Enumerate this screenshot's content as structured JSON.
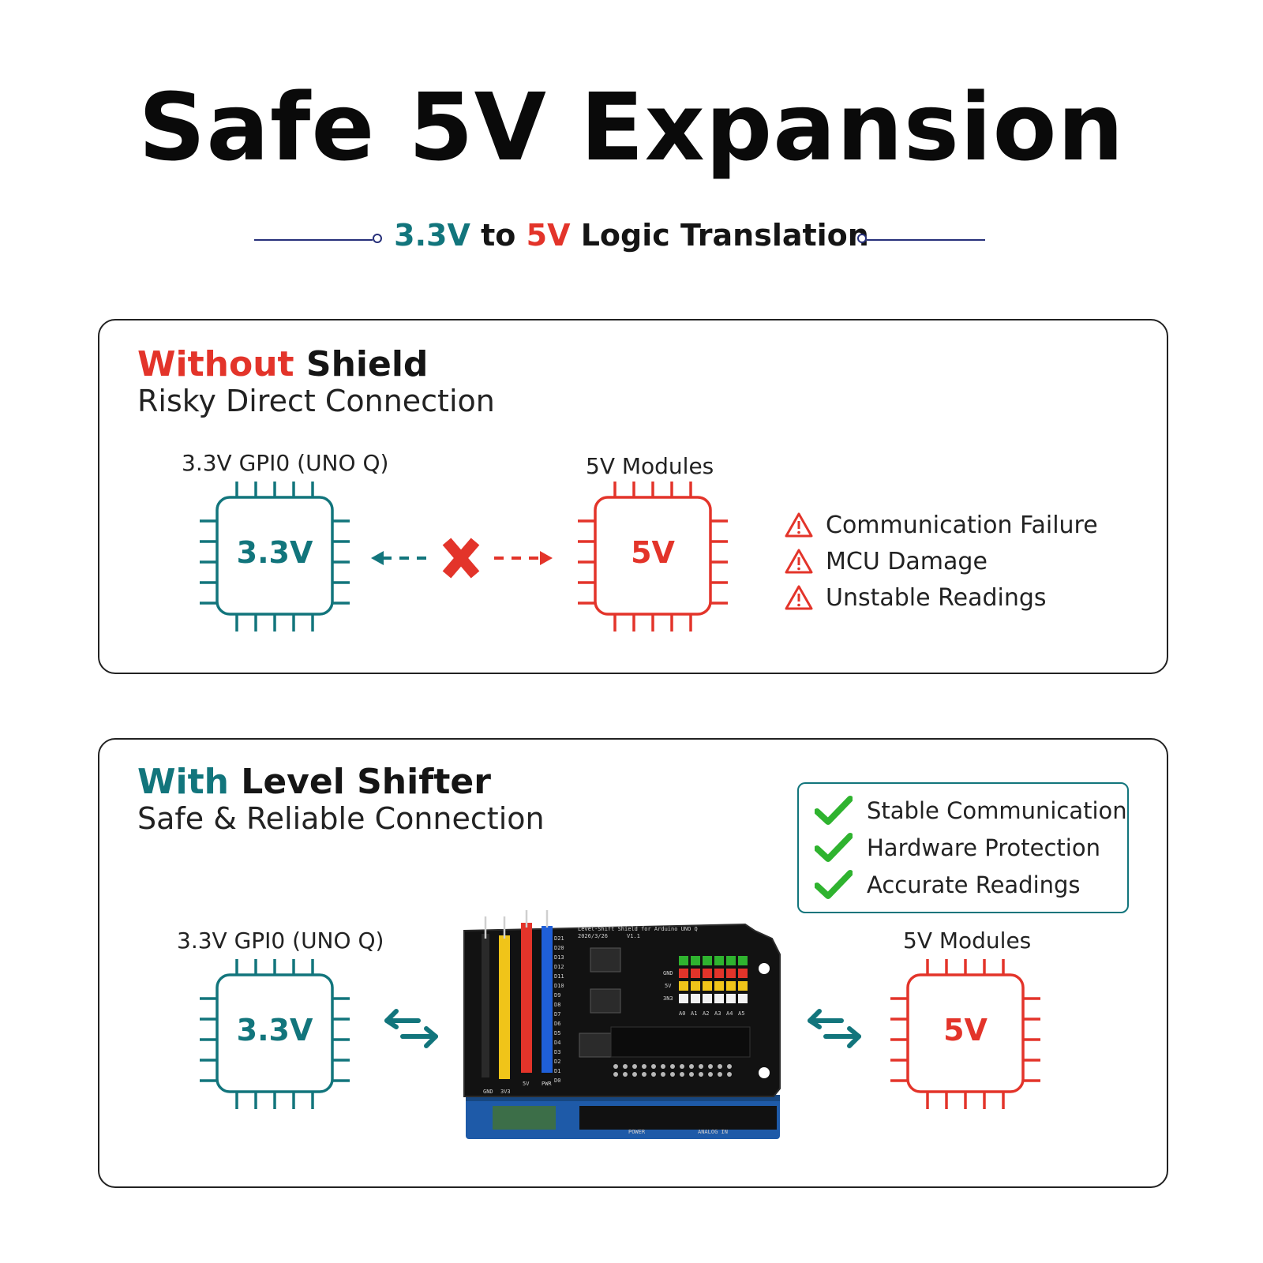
{
  "title": "Safe 5V Expansion",
  "subtitle": {
    "part1": "3.3V",
    "part2": " to ",
    "part3": "5V",
    "part4": " Logic Translation"
  },
  "colors": {
    "teal": "#12757c",
    "red": "#e3342a",
    "green": "#2fb32f",
    "navy": "#27307a"
  },
  "without_panel": {
    "heading_colored": "Without",
    "heading_rest": " Shield",
    "subheading": "Risky Direct Connection",
    "left_label": "3.3V GPI0 (UNO Q)",
    "left_chip": "3.3V",
    "right_label": "5V Modules",
    "right_chip": "5V",
    "connector_icon": "red-x-icon",
    "warnings": [
      "Communication Failure",
      "MCU Damage",
      "Unstable Readings"
    ],
    "warning_icon": "warning-triangle-icon"
  },
  "with_panel": {
    "heading_colored": "With",
    "heading_rest": " Level Shifter",
    "subheading": "Safe & Reliable Connection",
    "benefits": [
      "Stable Communication",
      "Hardware Protection",
      "Accurate Readings"
    ],
    "benefit_icon": "green-checkmark-icon",
    "left_label": "3.3V GPI0 (UNO Q)",
    "left_chip": "3.3V",
    "right_label": "5V Modules",
    "right_chip": "5V",
    "connector_icon": "bidirectional-arrows-icon",
    "board": {
      "silkscreen_title": "Level-Shift Shield for Arduino UNO Q",
      "silkscreen_date": "2026/3/26",
      "silkscreen_version": "V1.1",
      "left_header_labels": [
        "GND",
        "3V3",
        "5V",
        "PWR"
      ],
      "pin_labels": [
        "D21",
        "D20",
        "D13",
        "D12",
        "D11",
        "D10",
        "D9",
        "D8",
        "D7",
        "D6",
        "D5",
        "D4",
        "D3",
        "D2",
        "D1",
        "D0"
      ],
      "analog_labels": [
        "A0",
        "A1",
        "A2",
        "A3",
        "A4",
        "A5"
      ],
      "rail_labels": [
        "GND",
        "5V",
        "3N3"
      ],
      "bottom_labels": [
        "POWER",
        "ANALOG IN"
      ]
    }
  }
}
